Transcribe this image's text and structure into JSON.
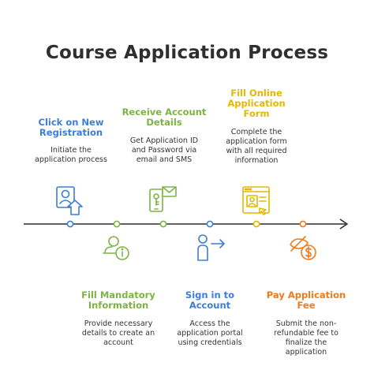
{
  "title": "Course Application Process",
  "colors": {
    "blue": "#3b7dd8",
    "green": "#7cb342",
    "yellow": "#e3b800",
    "orange": "#ef7a1e",
    "line": "#2b2b2b"
  },
  "steps": [
    {
      "title_line1": "Click on New",
      "title_line2": "Registration",
      "desc_line1": "Initiate the",
      "desc_line2": "application process",
      "icon": "user-register-icon"
    },
    {
      "title_line1": "Fill Mandatory",
      "title_line2": "Information",
      "desc_line1": "Provide necessary",
      "desc_line2": "details to create an",
      "desc_line3": "account",
      "icon": "user-info-icon"
    },
    {
      "title_line1": "Receive Account",
      "title_line2": "Details",
      "desc_line1": "Get Application ID",
      "desc_line2": "and Password via",
      "desc_line3": "email and SMS",
      "icon": "phone-mail-key-icon"
    },
    {
      "title_line1": "Sign in to",
      "title_line2": "Account",
      "desc_line1": "Access the",
      "desc_line2": "application portal",
      "desc_line3": "using credentials",
      "icon": "user-sign-in-icon"
    },
    {
      "title_line1": "Fill Online",
      "title_line2": "Application",
      "title_line3": "Form",
      "desc_line1": "Complete the",
      "desc_line2": "application form",
      "desc_line3": "with all required",
      "desc_line4": "information",
      "icon": "online-form-icon"
    },
    {
      "title_line1": "Pay Application",
      "title_line2": "Fee",
      "desc_line1": "Submit the non-",
      "desc_line2": "refundable fee to",
      "desc_line3": "finalize the",
      "desc_line4": "application",
      "icon": "fee-payment-icon"
    }
  ]
}
